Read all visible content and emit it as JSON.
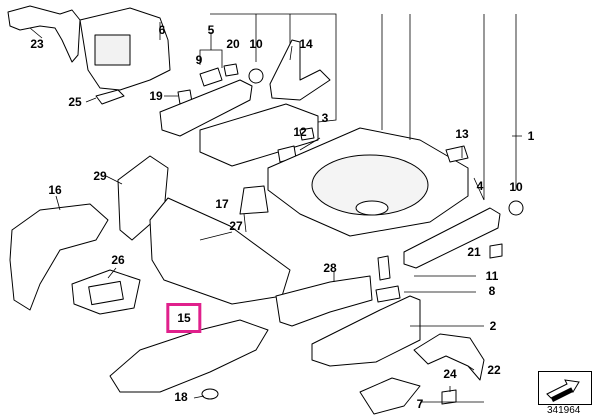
{
  "diagram": {
    "selected_part": "15",
    "reference_number": "341964",
    "part_labels": {
      "p1": "1",
      "p2": "2",
      "p3": "3",
      "p4": "4",
      "p5": "5",
      "p6": "6",
      "p7": "7",
      "p8": "8",
      "p9": "9",
      "p10a": "10",
      "p10b": "10",
      "p11": "11",
      "p12": "12",
      "p13": "13",
      "p14": "14",
      "p15": "15",
      "p16": "16",
      "p17": "17",
      "p18": "18",
      "p19": "19",
      "p20": "20",
      "p21": "21",
      "p22": "22",
      "p23": "23",
      "p24": "24",
      "p25": "25",
      "p26": "26",
      "p27": "27",
      "p28": "28",
      "p29": "29"
    },
    "colors": {
      "highlight": "#e0208c",
      "line": "#000000"
    }
  }
}
